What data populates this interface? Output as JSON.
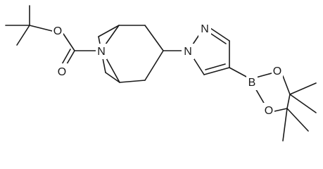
{
  "structure": {
    "atoms": {
      "o_ester": "O",
      "o_carbonyl": "O",
      "n_bridge": "N",
      "n_pyrazole_2": "N",
      "n_pyrazole_1": "N",
      "boron": "B",
      "o_dioxaborolane_top": "O",
      "o_dioxaborolane_bottom": "O"
    }
  }
}
